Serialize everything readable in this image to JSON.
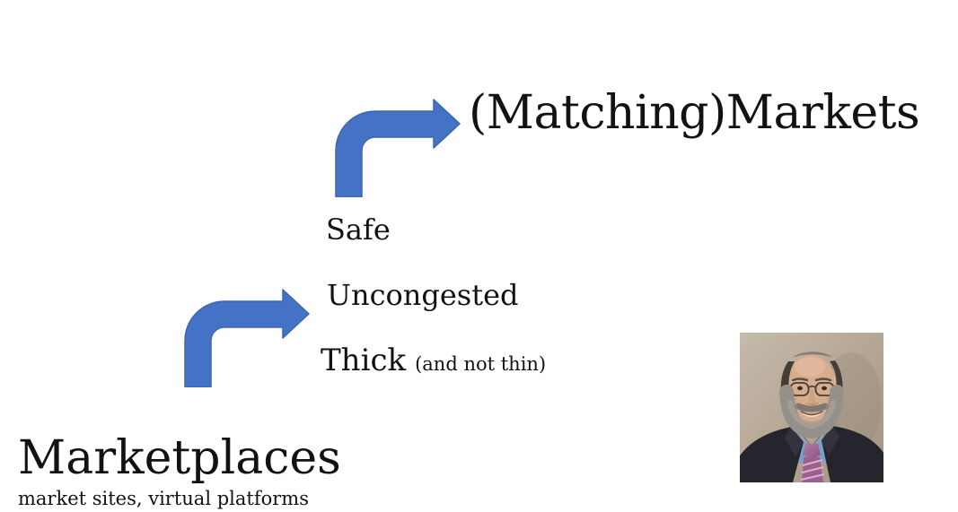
{
  "slide": {
    "title": "(Matching)Markets",
    "steps": [
      {
        "label": "Safe",
        "note": ""
      },
      {
        "label": "Uncongested",
        "note": ""
      },
      {
        "label": "Thick",
        "note": "(and not thin)"
      }
    ],
    "base": {
      "title": "Marketplaces",
      "subtitle": "market sites, virtual platforms"
    },
    "portrait_alt": "headshot photo of a smiling balding man with glasses, gray beard, dark suit, blue shirt and patterned tie",
    "colors": {
      "arrow_fill": "#4472C4",
      "arrow_outline": "#3C66B0",
      "text": "#121212",
      "background": "#FFFFFF"
    }
  }
}
